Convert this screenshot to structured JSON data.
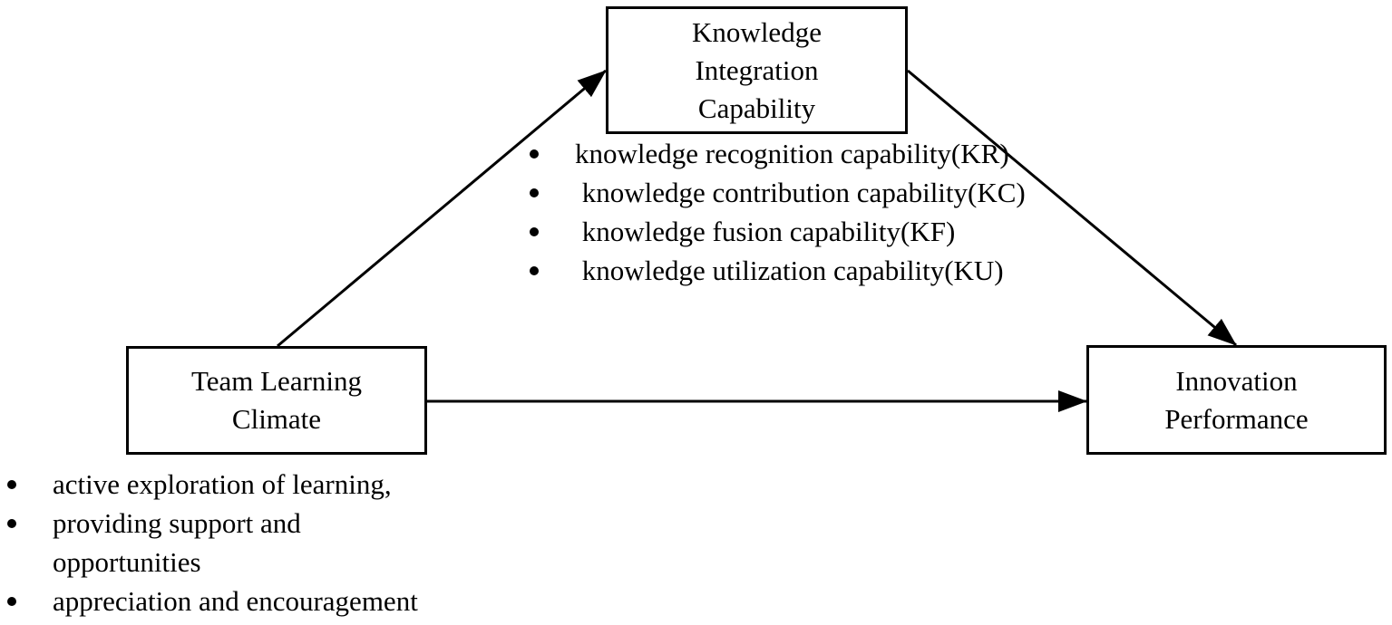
{
  "nodes": {
    "knowledge_integration": {
      "label": "Knowledge\nIntegration\nCapability"
    },
    "team_learning_climate": {
      "label": "Team Learning\nClimate"
    },
    "innovation_performance": {
      "label": "Innovation\nPerformance"
    }
  },
  "knowledge_integration_dimensions": [
    "knowledge recognition capability(KR)",
    " knowledge contribution capability(KC)",
    " knowledge fusion capability(KF)",
    " knowledge utilization capability(KU)"
  ],
  "team_learning_climate_dimensions": [
    "active exploration of learning,",
    "providing support and opportunities",
    "appreciation and encouragement"
  ],
  "edges": [
    {
      "from": "Team Learning Climate",
      "to": "Knowledge Integration Capability"
    },
    {
      "from": "Knowledge Integration Capability",
      "to": "Innovation Performance"
    },
    {
      "from": "Team Learning Climate",
      "to": "Innovation Performance"
    }
  ],
  "colors": {
    "stroke": "#000000",
    "background": "#ffffff"
  }
}
